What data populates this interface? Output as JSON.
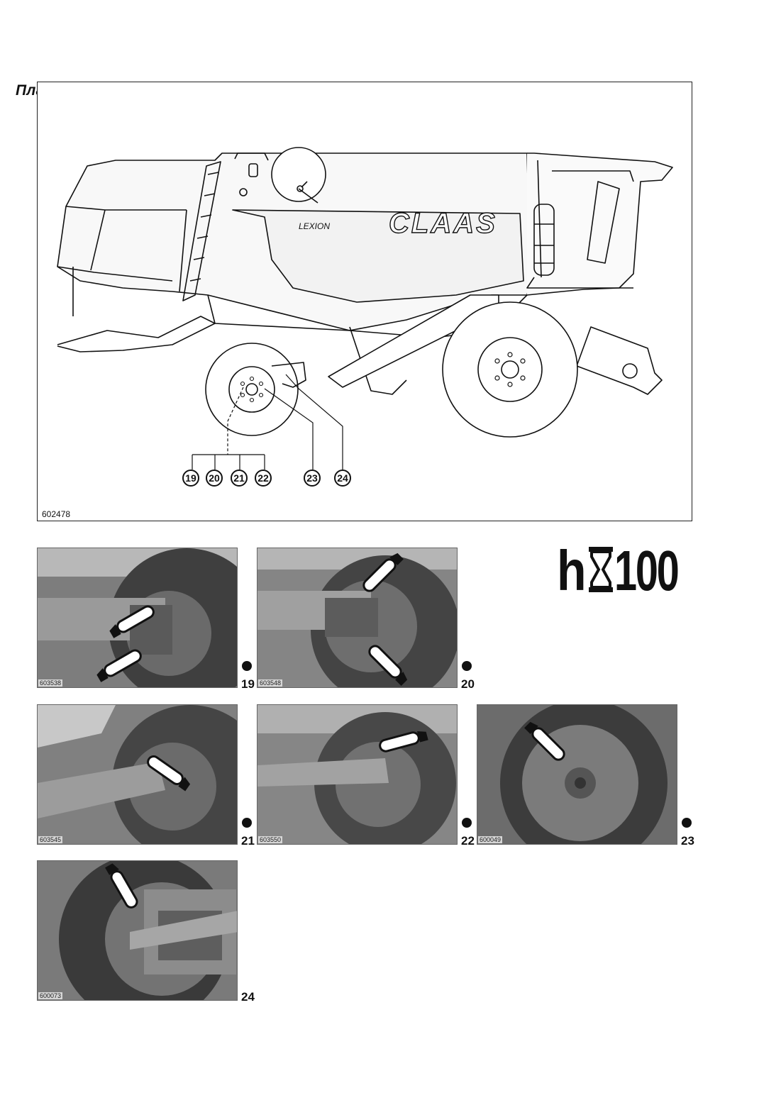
{
  "title": "План смазки",
  "main_figure": {
    "id": "602478",
    "brand": "CLAAS",
    "model": "LEXION",
    "callouts": [
      "19",
      "20",
      "21",
      "22",
      "23",
      "24"
    ]
  },
  "badge": {
    "letter": "h",
    "number": "100",
    "icon": "hourglass-icon"
  },
  "photos": [
    {
      "id": "603538",
      "number": "19",
      "dot": true
    },
    {
      "id": "603548",
      "number": "20",
      "dot": true
    },
    {
      "id": "603545",
      "number": "21",
      "dot": true
    },
    {
      "id": "603550",
      "number": "22",
      "dot": true
    },
    {
      "id": "600049",
      "number": "23",
      "dot": true
    },
    {
      "id": "600073",
      "number": "24",
      "dot": false
    }
  ]
}
